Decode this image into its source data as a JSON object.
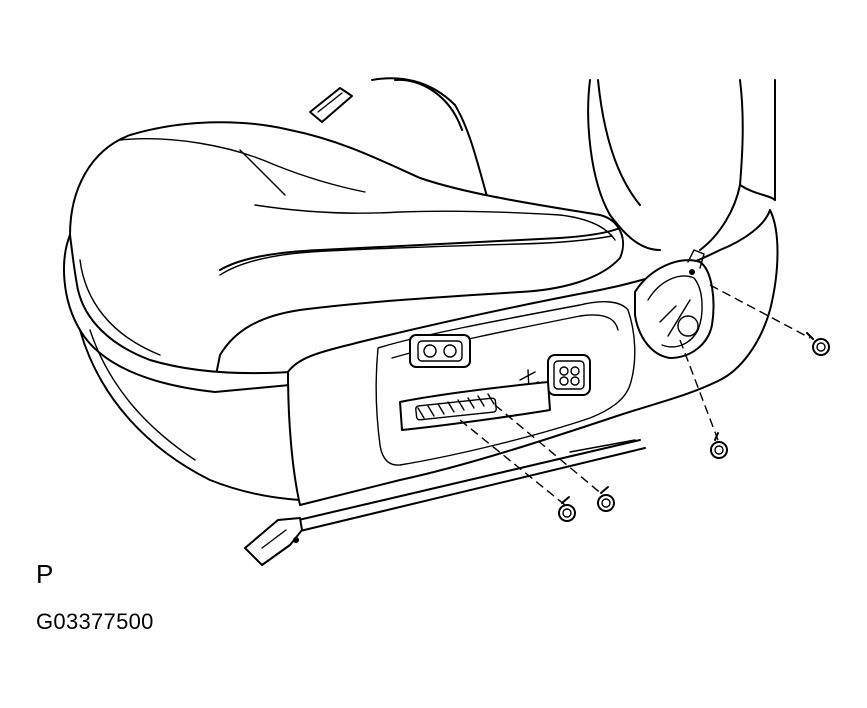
{
  "figure": {
    "view_label": "P",
    "figure_code": "G03377500"
  },
  "parts": [
    {
      "name": "seat-cushion"
    },
    {
      "name": "seat-back"
    },
    {
      "name": "side-cover-panel"
    },
    {
      "name": "power-seat-switch-panel"
    },
    {
      "name": "screw"
    },
    {
      "name": "screw"
    },
    {
      "name": "screw"
    },
    {
      "name": "screw"
    }
  ]
}
